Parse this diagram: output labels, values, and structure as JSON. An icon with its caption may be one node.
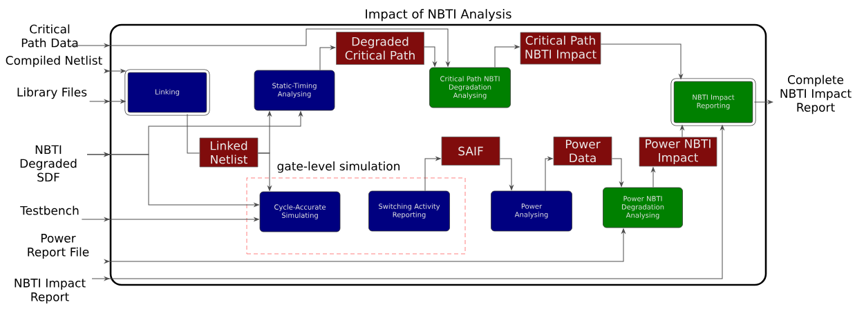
{
  "diagram": {
    "title": "Impact of NBTI Analysis",
    "nodes": [
      {
        "text": [],
        "shape": "box"
      },
      {
        "text": [
          "Critical Path Data"
        ]
      },
      {
        "text": [
          "Compiled Netlist"
        ]
      },
      {
        "text": [
          "Library Files"
        ]
      },
      {
        "text": [
          "NBTI Degraded SDF"
        ]
      },
      {
        "text": [
          "Testbench"
        ]
      },
      {
        "text": [
          "Power Report File"
        ]
      },
      {
        "text": [
          "NBTI Impact Report"
        ]
      },
      {
        "text": [
          "Linking"
        ],
        "in": 0
      },
      {
        "text": [
          "Static-Timing Analysing"
        ],
        "in": 0
      },
      {
        "text": [
          "Degraded Critical Path"
        ],
        "in": 0
      },
      {
        "text": [
          "Critical Path NBTI Degradation Analysing"
        ],
        "in": 0
      },
      {
        "text": [
          "Critical Path NBTI Impact"
        ],
        "in": 0
      },
      {
        "text": [
          "NBTI Impact Reporting"
        ],
        "in": 0
      },
      {
        "text": [
          "Linked Netlist"
        ],
        "in": 0
      },
      {
        "text": [
          "gate-level simulation"
        ],
        "in": 0
      },
      {
        "text": [
          "Cycle-Accurate Simulating"
        ],
        "in": 15
      },
      {
        "text": [
          "Switching Activity Reporting"
        ],
        "in": 15
      },
      {
        "text": [
          "SAIF"
        ],
        "in": 0
      },
      {
        "text": [
          "Power Analysing"
        ],
        "in": 0
      },
      {
        "text": [
          "Power Data"
        ],
        "in": 0
      },
      {
        "text": [
          "Power NBTI Degradation Analysing"
        ],
        "in": 0
      },
      {
        "text": [
          "Power NBTI Impact"
        ],
        "in": 0
      },
      {
        "text": [
          "Complete NBTI Impact Report"
        ]
      }
    ],
    "edges": [
      {
        "from": 1,
        "to": 11,
        "arrow": "to"
      },
      {
        "from": 2,
        "to": 8,
        "arrow": "to"
      },
      {
        "from": 3,
        "to": 8,
        "arrow": "to"
      },
      {
        "from": 4,
        "to": 9,
        "arrow": "to"
      },
      {
        "from": 4,
        "to": 16,
        "arrow": "to"
      },
      {
        "from": 8,
        "to": 14,
        "arrow": "none"
      },
      {
        "from": 14,
        "to": 9,
        "arrow": "to"
      },
      {
        "from": 14,
        "to": 16,
        "arrow": "to"
      },
      {
        "from": 5,
        "to": 16,
        "arrow": "to"
      },
      {
        "from": 6,
        "to": 21,
        "arrow": "to"
      },
      {
        "from": 7,
        "to": 13,
        "arrow": "to"
      },
      {
        "from": 9,
        "to": 10,
        "arrow": "to"
      },
      {
        "from": 10,
        "to": 11,
        "arrow": "to"
      },
      {
        "from": 11,
        "to": 12,
        "arrow": "to"
      },
      {
        "from": 12,
        "to": 13,
        "arrow": "to"
      },
      {
        "from": 17,
        "to": 18,
        "arrow": "to"
      },
      {
        "from": 18,
        "to": 19,
        "arrow": "to"
      },
      {
        "from": 19,
        "to": 20,
        "arrow": "to"
      },
      {
        "from": 20,
        "to": 21,
        "arrow": "to"
      },
      {
        "from": 21,
        "to": 22,
        "arrow": "to"
      },
      {
        "from": 22,
        "to": 13,
        "arrow": "to"
      },
      {
        "from": 13,
        "to": 23,
        "arrow": "to"
      }
    ]
  }
}
